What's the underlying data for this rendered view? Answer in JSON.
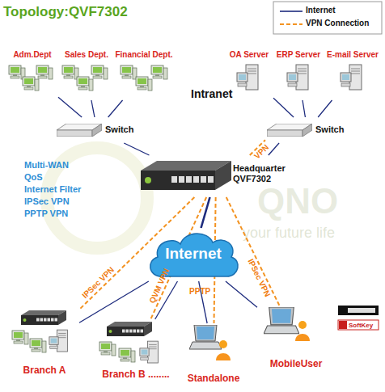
{
  "diagram": {
    "title": "Topology:QVF7302",
    "nodes": [
      {
        "text": [
          "Adm.Dept"
        ]
      },
      {
        "text": [
          "Sales Dept."
        ]
      },
      {
        "text": [
          "Financial Dept."
        ]
      },
      {
        "text": [
          "OA Server"
        ]
      },
      {
        "text": [
          "ERP Server"
        ]
      },
      {
        "text": [
          "E-mail Server"
        ]
      },
      {
        "text": [
          "Switch"
        ]
      },
      {
        "text": [
          "Switch"
        ]
      },
      {
        "text": [
          "Headquarter QVF7302"
        ]
      },
      {
        "text": [
          "Internet"
        ]
      },
      {
        "text": [
          "Branch A"
        ]
      },
      {
        "text": [
          "Branch B ........"
        ]
      },
      {
        "text": [
          "Standalone"
        ]
      },
      {
        "text": [
          "MobileUser"
        ]
      }
    ],
    "edges": [
      {
        "from": 6,
        "to": 0,
        "arrow": "none"
      },
      {
        "from": 6,
        "to": 1,
        "arrow": "none"
      },
      {
        "from": 6,
        "to": 2,
        "arrow": "none"
      },
      {
        "from": 7,
        "to": 3,
        "arrow": "none"
      },
      {
        "from": 7,
        "to": 4,
        "arrow": "none"
      },
      {
        "from": 7,
        "to": 5,
        "arrow": "none"
      },
      {
        "from": 6,
        "to": 8,
        "arrow": "none"
      },
      {
        "from": 7,
        "to": 8,
        "arrow": "none"
      },
      {
        "from": 8,
        "to": 9,
        "arrow": "none"
      },
      {
        "from": 9,
        "to": 10,
        "arrow": "none"
      },
      {
        "from": 9,
        "to": 11,
        "arrow": "none"
      },
      {
        "from": 9,
        "to": 12,
        "arrow": "none"
      },
      {
        "from": 9,
        "to": 13,
        "arrow": "none"
      },
      {
        "from": 8,
        "to": 7,
        "label": "VPN",
        "arrow": "none"
      },
      {
        "from": 8,
        "to": 10,
        "label": "IPSec VPN",
        "arrow": "none"
      },
      {
        "from": 8,
        "to": 11,
        "label": "QVM VPN",
        "arrow": "none"
      },
      {
        "from": 8,
        "to": 12,
        "label": "PPTP",
        "arrow": "none"
      },
      {
        "from": 8,
        "to": 13,
        "label": "IPSec VPN",
        "arrow": "none"
      }
    ],
    "labels": [
      "Intranet",
      "Multi-WAN",
      "QoS",
      "Internet Filter",
      "IPSec VPN",
      "PPTP VPN",
      "QNO",
      "your future life",
      "SoftKey"
    ],
    "legend": [
      {
        "text": "Internet"
      },
      {
        "text": "VPN Connection"
      }
    ]
  }
}
